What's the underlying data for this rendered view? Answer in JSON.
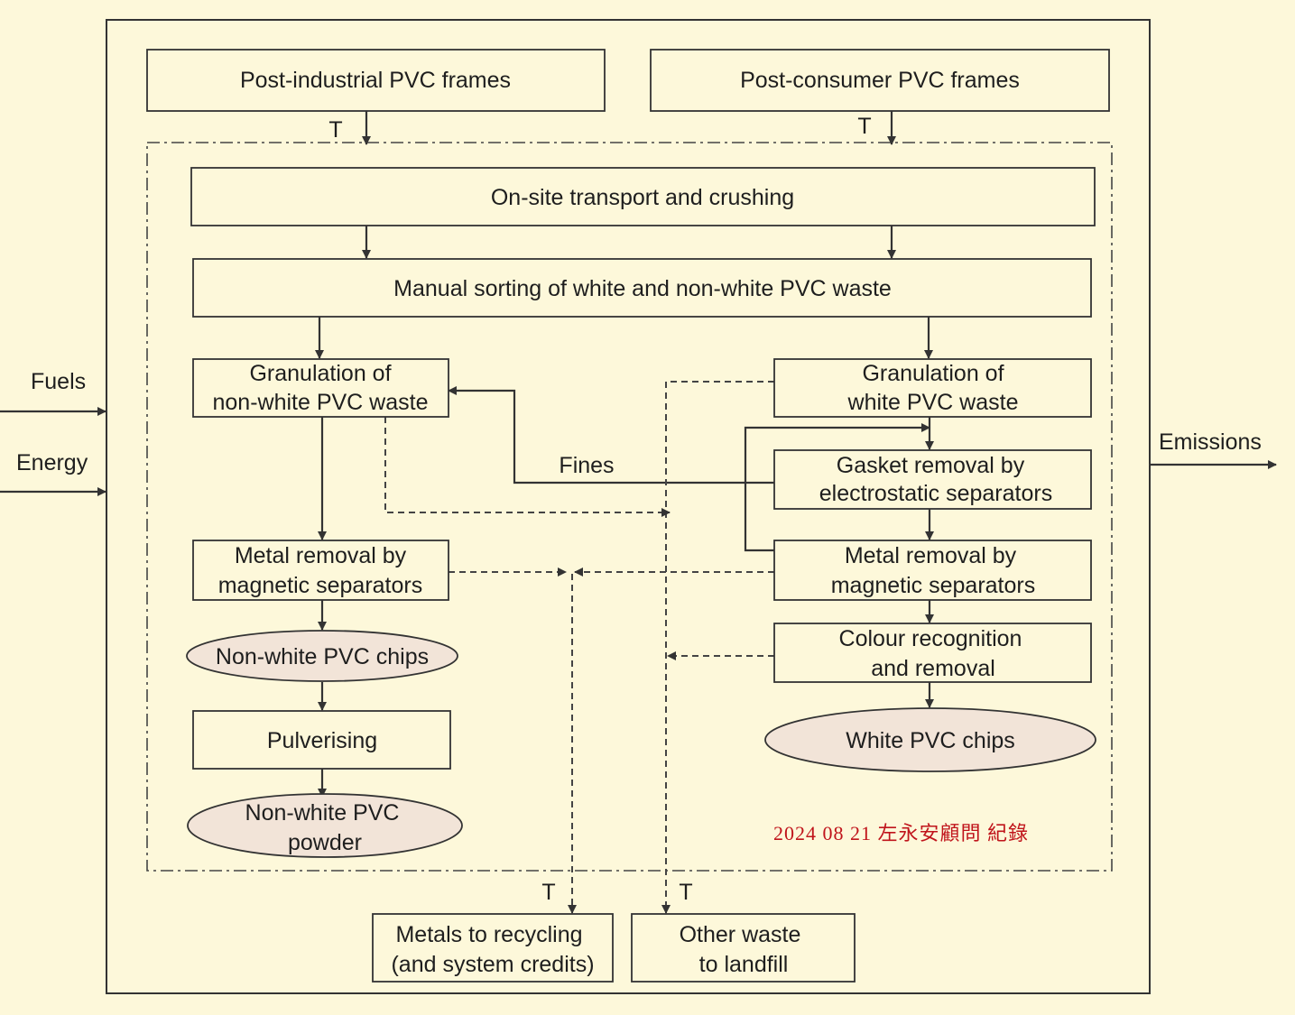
{
  "colors": {
    "background": "#fdf8da",
    "box_stroke": "#333333",
    "ellipse_fill": "#f2e4d8",
    "annotation": "#c0141b"
  },
  "inputs": {
    "fuels": "Fuels",
    "energy": "Energy"
  },
  "outputs": {
    "emissions": "Emissions"
  },
  "transport_label": "T",
  "boxes": {
    "post_industrial": "Post-industrial PVC frames",
    "post_consumer": "Post-consumer PVC frames",
    "onsite": "On-site transport and crushing",
    "manual_sorting": "Manual sorting of white and non-white PVC waste",
    "gran_nonwhite": [
      "Granulation of",
      "non-white PVC waste"
    ],
    "gran_white": [
      "Granulation of",
      "white PVC waste"
    ],
    "gasket": [
      "Gasket removal by",
      "electrostatic separators"
    ],
    "metal_left": [
      "Metal removal by",
      "magnetic separators"
    ],
    "metal_right": [
      "Metal removal by",
      "magnetic separators"
    ],
    "colour": [
      "Colour recognition",
      "and removal"
    ],
    "pulverising": "Pulverising",
    "metals_recycling": [
      "Metals to recycling",
      "(and system credits)"
    ],
    "other_waste": [
      "Other waste",
      "to landfill"
    ]
  },
  "products": {
    "nonwhite_chips": "Non-white PVC chips",
    "white_chips": "White PVC chips",
    "nonwhite_powder": [
      "Non-white PVC",
      "powder"
    ]
  },
  "fines_label": "Fines",
  "annotation": "2024 08 21 左永安顧問 紀錄"
}
